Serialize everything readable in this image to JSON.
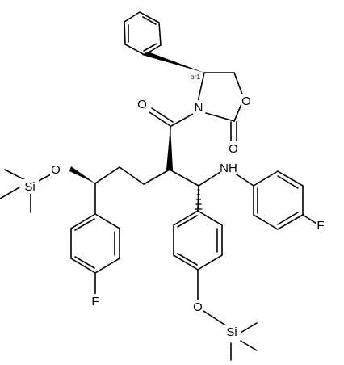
{
  "atoms": {
    "oxygen_carbonyl": "O",
    "nitrogen_oxazolidinone": "N",
    "oxygen_ring": "O",
    "oxygen_oxazolidinone_carbonyl": "O",
    "nitrogen_amine": "NH",
    "fluorine_right": "F",
    "oxygen_silyl_left": "O",
    "silicon_left": "Si",
    "fluorine_left": "F",
    "oxygen_silyl_bottom": "O",
    "silicon_bottom": "Si"
  },
  "stereo_annotation": "or1"
}
